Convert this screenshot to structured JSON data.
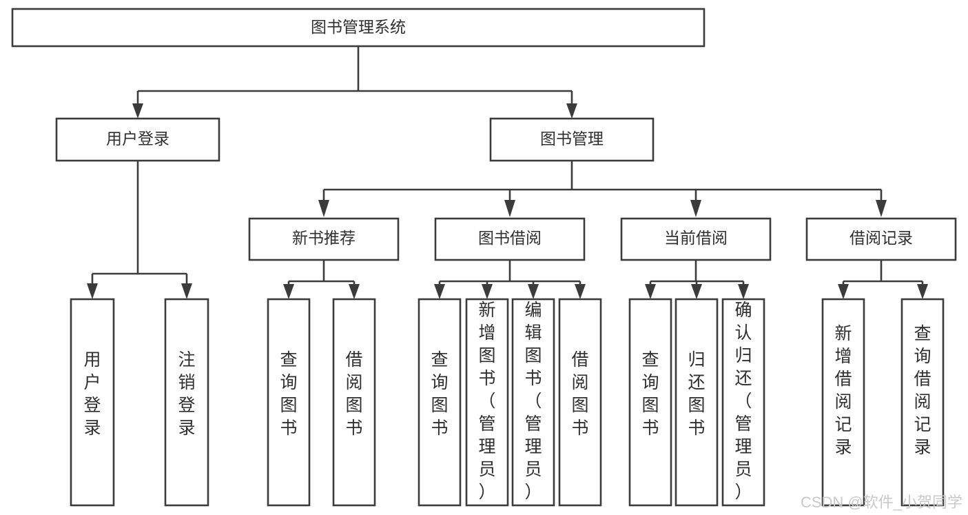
{
  "diagram": {
    "title": "图书管理系统",
    "type": "tree-hierarchy-diagram",
    "colors": {
      "box_stroke": "#3b3b3b",
      "box_fill": "#ffffff",
      "text": "#2f2f2f",
      "background": "#ffffff",
      "watermark": "#c9c9c9"
    },
    "root": {
      "label": "图书管理系统"
    },
    "level2": [
      {
        "label": "用户登录"
      },
      {
        "label": "图书管理"
      }
    ],
    "level3": [
      {
        "label": "新书推荐"
      },
      {
        "label": "图书借阅"
      },
      {
        "label": "当前借阅"
      },
      {
        "label": "借阅记录"
      }
    ],
    "leaves": {
      "user_login": [
        {
          "label": "用户登录"
        },
        {
          "label": "注销登录"
        }
      ],
      "new_book_recommend": [
        {
          "label": "查询图书"
        },
        {
          "label": "借阅图书"
        }
      ],
      "book_borrow": [
        {
          "label": "查询图书"
        },
        {
          "label": "新增图书（管理员）"
        },
        {
          "label": "编辑图书（管理员）"
        },
        {
          "label": "借阅图书"
        }
      ],
      "current_borrow": [
        {
          "label": "查询图书"
        },
        {
          "label": "归还图书"
        },
        {
          "label": "确认归还（管理员）"
        }
      ],
      "borrow_record": [
        {
          "label": "新增借阅记录"
        },
        {
          "label": "查询借阅记录"
        }
      ]
    }
  },
  "watermark": {
    "text": "CSDN @软件_小贺同学"
  }
}
